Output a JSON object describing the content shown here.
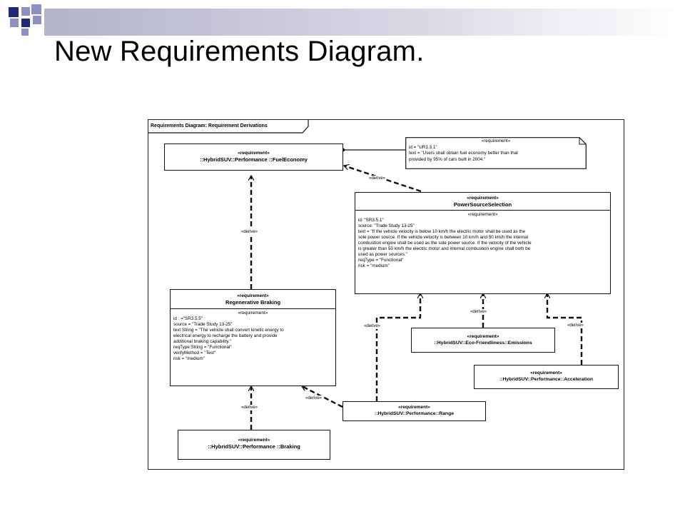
{
  "slide": {
    "title": "New Requirements Diagram."
  },
  "diagram": {
    "frame_label": "Requirements Diagram: Requirement Derivations",
    "stereotype": "«requirement»",
    "derive_label": "«derive»",
    "note": {
      "stereotype": "«requirement»",
      "lines": [
        "id = \"UR1.3.1\"",
        "text = \"Users shall obtain fuel economy better than that",
        "provided by 95% of cars built in 2004.\""
      ]
    },
    "fuel_economy": {
      "name": "::HybridSUV::Performance ::FuelEconomy"
    },
    "power_source": {
      "name": "PowerSourceSelection",
      "lines": [
        "id: \"SR3.5.1\"",
        "source: \"Trade Study 13-25\"",
        "text = \"If the vehicle velocity is below 10 km/h the electric motor shall be used as the",
        "sole power source.   If the vehicle velocity is between 10 km/h and 50 km/h the internal",
        "combustion engine shall be used as the sole power source. If the velocity of the vehicle",
        "is greater than 50 km/h the electric motor and internal combustion engine shall both be",
        "used as power sources.\"",
        "reqType = \"Functional\"",
        "risk = \"medium\""
      ]
    },
    "regen": {
      "name": "Regenerative Braking",
      "lines": [
        "id : =\"SR3.5.5\"",
        "source = \"Trade Study 13-25\"",
        "text:String = \"The vehicle shall convert kinetic energy to",
        "electrical energy to recharge the battery and provide",
        "additional braking capability.\"",
        "reqType:String = \"Functional\"",
        "verifyMethod = \"Test\"",
        "risk = \"medium\""
      ]
    },
    "emissions": {
      "name": "::HybridSUV::Eco-Friendliness::Emissions"
    },
    "acceleration": {
      "name": "::HybridSUV::Performance::Acceleration"
    },
    "range": {
      "name": "::HybridSUV::Performance::Range"
    },
    "braking": {
      "name": "::HybridSUV::Performance ::Braking"
    }
  },
  "colors": {
    "deco_dark": "#1e2a78",
    "deco_light": "#8d90c4",
    "band": "#b3b3c9"
  }
}
